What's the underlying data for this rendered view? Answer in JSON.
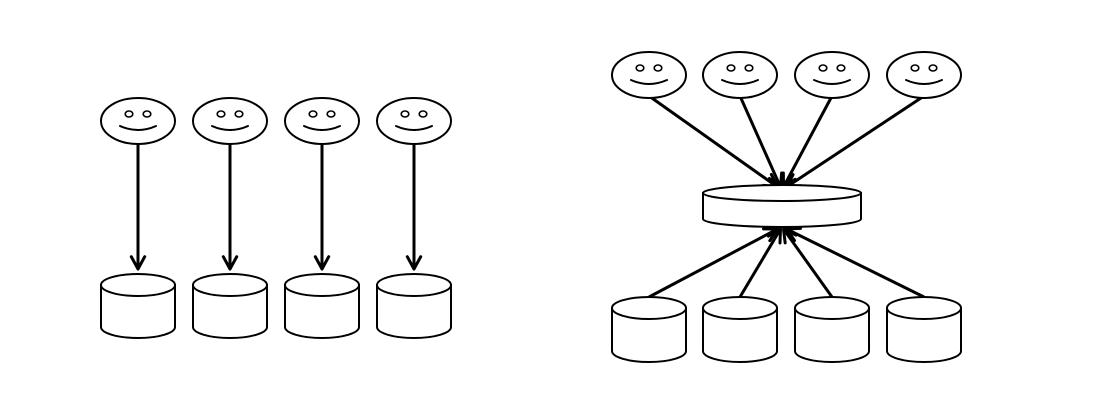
{
  "diagram": {
    "panels": [
      {
        "id": "direct-access",
        "users": 4,
        "databases": 4,
        "hub": false
      },
      {
        "id": "federated-access",
        "users": 4,
        "databases": 4,
        "hub": true
      }
    ],
    "colors": {
      "stroke": "#000000",
      "fill": "#ffffff",
      "background": "#ffffff"
    },
    "icons": {
      "user": "smiley-face-icon",
      "database": "database-cylinder-icon",
      "hub": "hub-database-icon"
    }
  }
}
